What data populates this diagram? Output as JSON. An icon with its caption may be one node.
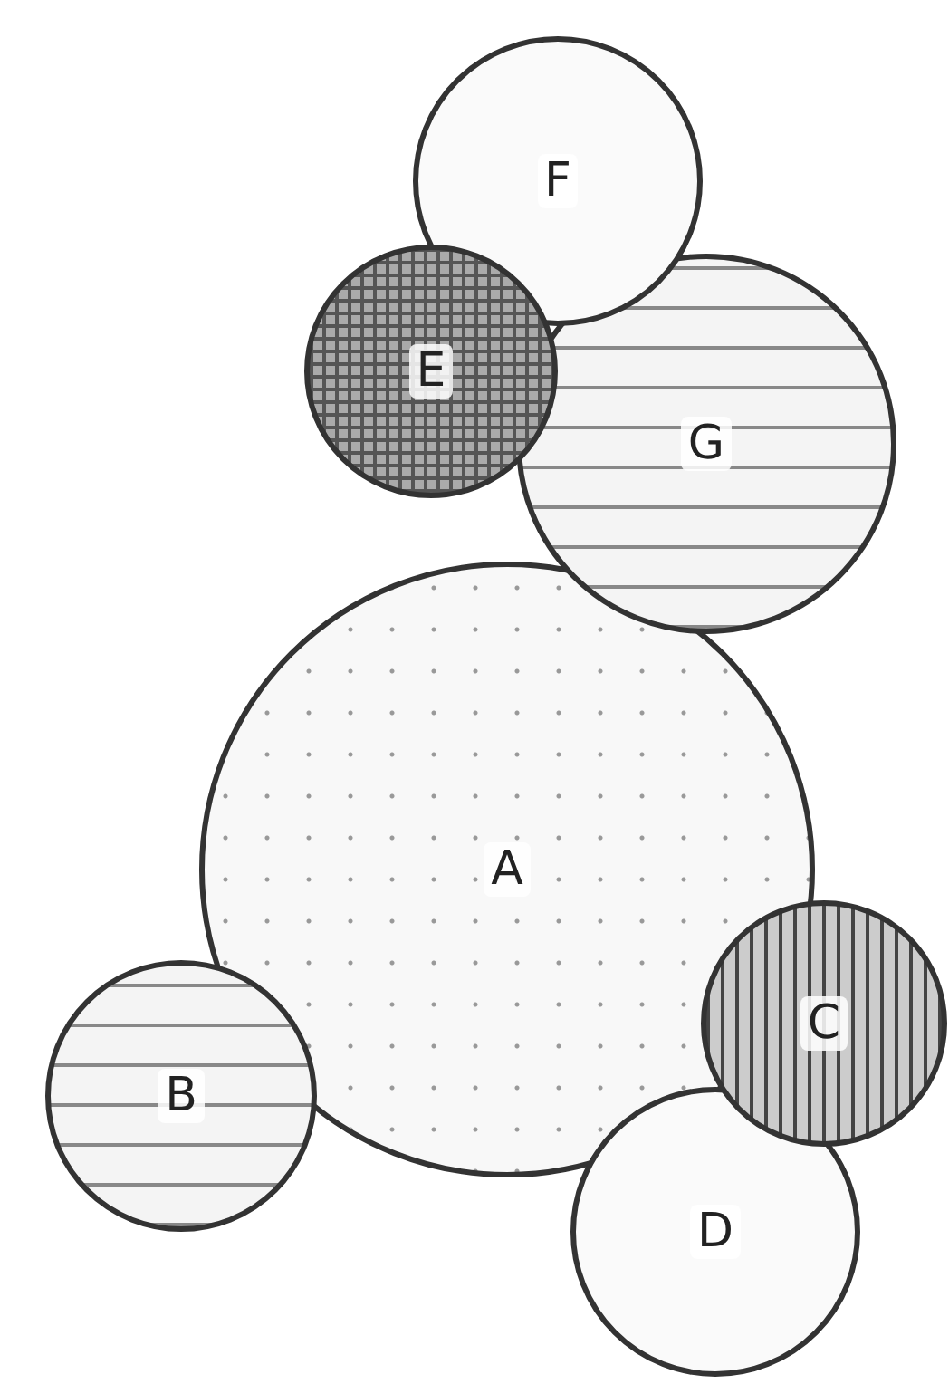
{
  "diagram": {
    "nodes": [
      {
        "text": [
          "F"
        ]
      },
      {
        "text": [
          "E"
        ]
      },
      {
        "text": [
          "G"
        ]
      },
      {
        "text": [
          "A"
        ]
      },
      {
        "text": [
          "C"
        ]
      },
      {
        "text": [
          "B"
        ]
      },
      {
        "text": [
          "D"
        ]
      }
    ],
    "edges": []
  }
}
